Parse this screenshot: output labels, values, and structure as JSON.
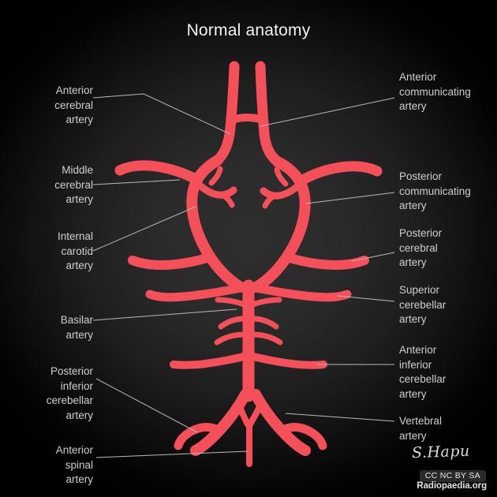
{
  "title": "Normal anatomy",
  "colors": {
    "artery": "#f5505a",
    "artery_shadow": "#c33a45",
    "background_center": "#2e2e2e",
    "background_edge": "#000000",
    "label_text": "#cfcfcf",
    "leader_line": "#b9b9b9",
    "title_text": "#f2f2f2"
  },
  "labels_left": [
    {
      "name": "anterior-cerebral-artery",
      "text": "Anterior\ncerebral\nartery"
    },
    {
      "name": "middle-cerebral-artery",
      "text": "Middle\ncerebral\nartery"
    },
    {
      "name": "internal-carotid-artery",
      "text": "Internal\ncarotid\nartery"
    },
    {
      "name": "basilar-artery",
      "text": "Basilar\nartery"
    },
    {
      "name": "posterior-inferior-cerebellar-artery",
      "text": "Posterior\ninferior\ncerebellar\nartery"
    },
    {
      "name": "anterior-spinal-artery",
      "text": "Anterior\nspinal\nartery"
    }
  ],
  "labels_right": [
    {
      "name": "anterior-communicating-artery",
      "text": "Anterior\ncommunicating\nartery"
    },
    {
      "name": "posterior-communicating-artery",
      "text": "Posterior\ncommunicating\nartery"
    },
    {
      "name": "posterior-cerebral-artery",
      "text": "Posterior\ncerebral\nartery"
    },
    {
      "name": "superior-cerebellar-artery",
      "text": "Superior\ncerebellar\nartery"
    },
    {
      "name": "anterior-inferior-cerebellar-artery",
      "text": "Anterior\ninferior\ncerebellar\nartery"
    },
    {
      "name": "vertebral-artery",
      "text": "Vertebral\nartery"
    }
  ],
  "credit": {
    "signature": "S.Hapu",
    "license": "CC NC BY SA",
    "site": "Radiopaedia.org"
  }
}
